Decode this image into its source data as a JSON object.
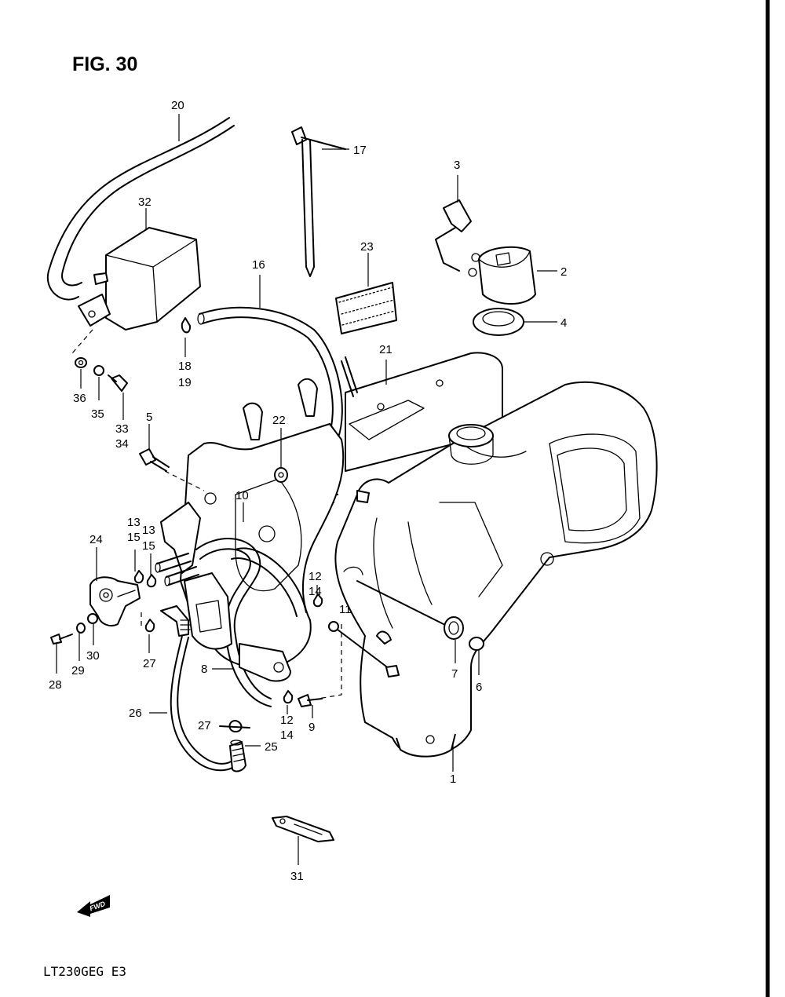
{
  "figure": {
    "title": "FIG. 30",
    "model_code": "LT230GEG  E3",
    "fwd_label": "FWD"
  },
  "callouts": [
    {
      "id": "c1",
      "text": "1"
    },
    {
      "id": "c2",
      "text": "2"
    },
    {
      "id": "c3",
      "text": "3"
    },
    {
      "id": "c4",
      "text": "4"
    },
    {
      "id": "c5",
      "text": "5"
    },
    {
      "id": "c6",
      "text": "6"
    },
    {
      "id": "c7",
      "text": "7"
    },
    {
      "id": "c8",
      "text": "8"
    },
    {
      "id": "c9",
      "text": "9"
    },
    {
      "id": "c10",
      "text": "10"
    },
    {
      "id": "c11",
      "text": "11"
    },
    {
      "id": "c12a",
      "text": "12"
    },
    {
      "id": "c14a",
      "text": "14"
    },
    {
      "id": "c12b",
      "text": "12"
    },
    {
      "id": "c14b",
      "text": "14"
    },
    {
      "id": "c13a",
      "text": "13"
    },
    {
      "id": "c15a",
      "text": "15"
    },
    {
      "id": "c13b",
      "text": "13"
    },
    {
      "id": "c15b",
      "text": "15"
    },
    {
      "id": "c16",
      "text": "16"
    },
    {
      "id": "c17",
      "text": "17"
    },
    {
      "id": "c18",
      "text": "18"
    },
    {
      "id": "c19",
      "text": "19"
    },
    {
      "id": "c20",
      "text": "20"
    },
    {
      "id": "c21",
      "text": "21"
    },
    {
      "id": "c22",
      "text": "22"
    },
    {
      "id": "c23",
      "text": "23"
    },
    {
      "id": "c24",
      "text": "24"
    },
    {
      "id": "c25",
      "text": "25"
    },
    {
      "id": "c26",
      "text": "26"
    },
    {
      "id": "c27a",
      "text": "27"
    },
    {
      "id": "c27b",
      "text": "27"
    },
    {
      "id": "c28",
      "text": "28"
    },
    {
      "id": "c29",
      "text": "29"
    },
    {
      "id": "c30",
      "text": "30"
    },
    {
      "id": "c31",
      "text": "31"
    },
    {
      "id": "c32",
      "text": "32"
    },
    {
      "id": "c33",
      "text": "33"
    },
    {
      "id": "c34",
      "text": "34"
    },
    {
      "id": "c35",
      "text": "35"
    },
    {
      "id": "c36",
      "text": "36"
    }
  ]
}
